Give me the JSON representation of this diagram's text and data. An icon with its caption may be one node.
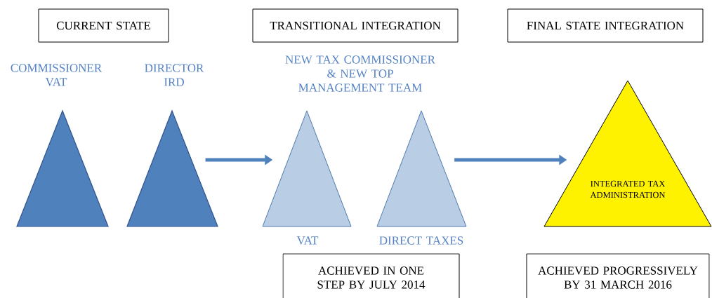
{
  "diagram": {
    "nodes": [
      {
        "text": [
          "CURRENT STATE"
        ]
      },
      {
        "text": [
          "TRANSITIONAL INTEGRATION"
        ]
      },
      {
        "text": [
          "FINAL STATE INTEGRATION"
        ]
      },
      {
        "text": [
          "COMMISSIONER VAT"
        ]
      },
      {
        "text": [
          "DIRECTOR IRD"
        ]
      },
      {
        "text": [
          "VAT"
        ]
      },
      {
        "text": [
          "DIRECT TAXES"
        ]
      },
      {
        "text": [
          "INTEGRATED TAX ADMINISTRATION"
        ]
      },
      {
        "text": [
          "ACHIEVED IN ONE STEP BY JULY 2014"
        ]
      },
      {
        "text": [
          "ACHIEVED PROGRESSIVELY BY 31 MARCH 2016"
        ]
      }
    ],
    "edges": [
      {
        "from": 4,
        "to": 5,
        "arrow": "to"
      },
      {
        "from": 6,
        "to": 7,
        "arrow": "to"
      }
    ],
    "labels": [
      "NEW TAX COMMISSIONER & NEW TOP MANAGEMENT TEAM"
    ]
  }
}
